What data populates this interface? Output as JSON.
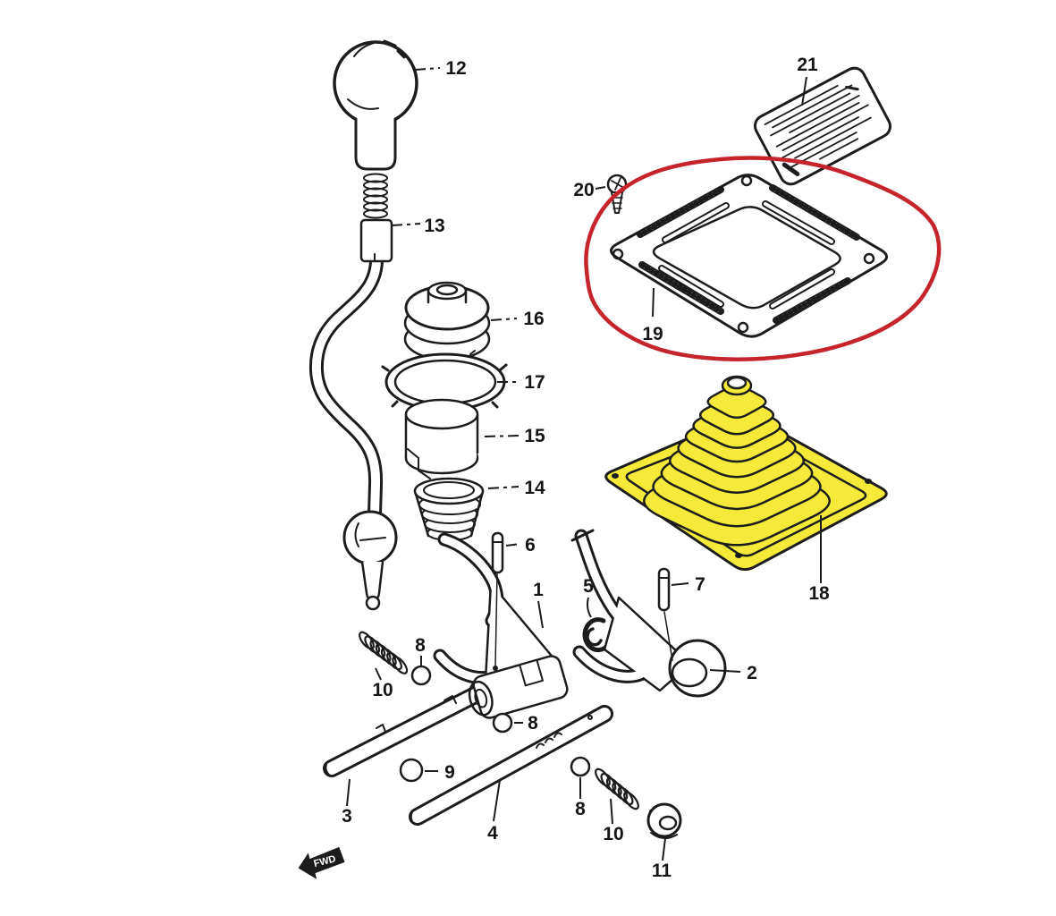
{
  "diagram": {
    "colors": {
      "line": "#1c1c1c",
      "red_annotation": "#c5242b",
      "yellow_highlight": "#f5e93a",
      "label_text": "#161616",
      "background": "#ffffff"
    },
    "fwd_label": "FWD",
    "callouts": {
      "c1": "1",
      "c2": "2",
      "c3": "3",
      "c4": "4",
      "c5": "5",
      "c6": "6",
      "c7": "7",
      "c8a": "8",
      "c8b": "8",
      "c8c": "8",
      "c9": "9",
      "c10a": "10",
      "c10b": "10",
      "c11": "11",
      "c12": "12",
      "c13": "13",
      "c14": "14",
      "c15": "15",
      "c16": "16",
      "c17": "17",
      "c18": "18",
      "c19": "19",
      "c20": "20",
      "c21": "21"
    }
  }
}
